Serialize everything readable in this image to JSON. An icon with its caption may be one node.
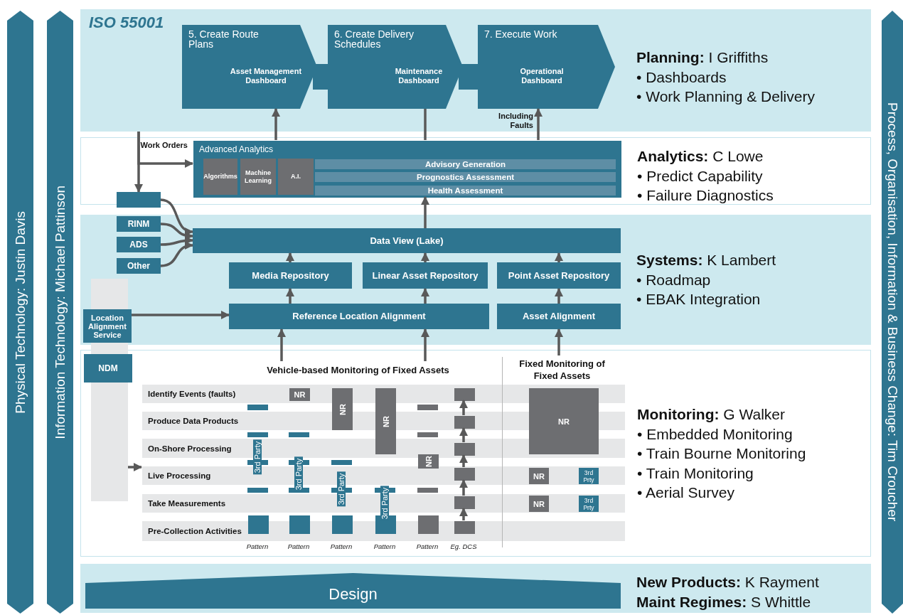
{
  "diagram": {
    "nodes": [
      {
        "text": [
          "Physical Technology: Justin Davis"
        ]
      },
      {
        "text": [
          "Information Technology: Michael Pattinson"
        ]
      },
      {
        "text": [
          "Process, Organisation, Information & Business Change: Tim Croucher"
        ]
      },
      {
        "text": [
          "ISO 55001",
          "**Planning:** I Griffiths",
          "• Dashboards",
          "• Work Planning & Delivery"
        ]
      },
      {
        "text": [
          "5. Create Route Plans",
          "Asset Management Dashboard"
        ],
        "in": 3
      },
      {
        "text": [
          "6. Create Delivery Schedules",
          "Maintenance Dashboard"
        ],
        "in": 3
      },
      {
        "text": [
          "7. Execute Work",
          "Operational Dashboard"
        ],
        "in": 3
      },
      {
        "text": [
          "**Analytics:** C Lowe",
          "• Predict Capability",
          "• Failure Diagnostics"
        ]
      },
      {
        "text": [
          "Advanced Analytics"
        ],
        "in": 7
      },
      {
        "text": [
          "Algorithms"
        ],
        "in": 8
      },
      {
        "text": [
          "Machine Learning"
        ],
        "in": 8
      },
      {
        "text": [
          "A.I."
        ],
        "in": 8
      },
      {
        "text": [
          "Advisory Generation"
        ],
        "in": 8
      },
      {
        "text": [
          "Prognostics Assessment"
        ],
        "in": 8
      },
      {
        "text": [
          "Health Assessment"
        ],
        "in": 8
      },
      {
        "text": [],
        "shape": "box"
      },
      {
        "text": [
          "**Systems:** K Lambert",
          "• Roadmap",
          "• EBAK Integration"
        ]
      },
      {
        "text": [
          "RINM"
        ],
        "in": 16
      },
      {
        "text": [
          "ADS"
        ],
        "in": 16
      },
      {
        "text": [
          "Other"
        ],
        "in": 16
      },
      {
        "text": [
          "Data View (Lake)"
        ],
        "in": 16
      },
      {
        "text": [
          "Media Repository"
        ],
        "in": 16
      },
      {
        "text": [
          "Linear Asset Repository"
        ],
        "in": 16
      },
      {
        "text": [
          "Point Asset Repository"
        ],
        "in": 16
      },
      {
        "text": [
          "Reference Location Alignment"
        ],
        "in": 16
      },
      {
        "text": [
          "Asset Alignment"
        ],
        "in": 16
      },
      {
        "text": [],
        "shape": "box"
      },
      {
        "text": [
          "Location Alignment Service"
        ],
        "in": 16
      },
      {
        "text": [
          "**Monitoring:** G Walker",
          "• Embedded Monitoring",
          "• Train Bourne Monitoring",
          "• Train Monitoring",
          "• Aerial Survey"
        ]
      },
      {
        "text": [
          "NDM"
        ],
        "in": 28
      },
      {
        "text": [
          "Vehicle-based Monitoring of Fixed Assets"
        ],
        "in": 28
      },
      {
        "text": [
          "Fixed Monitoring of Fixed Assets"
        ],
        "in": 28
      },
      {
        "text": [
          "Identify Events (faults)"
        ],
        "in": 28
      },
      {
        "text": [
          "Produce Data Products"
        ],
        "in": 28
      },
      {
        "text": [
          "On-Shore Processing"
        ],
        "in": 28
      },
      {
        "text": [
          "Live Processing"
        ],
        "in": 28
      },
      {
        "text": [
          "Take Measurements"
        ],
        "in": 28
      },
      {
        "text": [
          "Pre-Collection Activities"
        ],
        "in": 28
      },
      {
        "text": [
          "NR"
        ],
        "in": 32
      },
      {
        "text": [
          "NR"
        ],
        "in": 28
      },
      {
        "text": [
          "NR"
        ],
        "in": 28
      },
      {
        "text": [
          "NR"
        ],
        "in": 28
      },
      {
        "text": [],
        "shape": "box",
        "in": 32
      },
      {
        "text": [],
        "shape": "box",
        "in": 33
      },
      {
        "text": [],
        "shape": "box",
        "in": 34
      },
      {
        "text": [],
        "shape": "box",
        "in": 35
      },
      {
        "text": [],
        "shape": "box",
        "in": 36
      },
      {
        "text": [],
        "shape": "box",
        "in": 37
      },
      {
        "text": [
          "NR"
        ],
        "in": 28
      },
      {
        "text": [
          "NR"
        ],
        "in": 35
      },
      {
        "text": [
          "3rd Prty"
        ],
        "in": 35
      },
      {
        "text": [
          "NR"
        ],
        "in": 36
      },
      {
        "text": [
          "3rd Prty"
        ],
        "in": 36
      },
      {
        "text": [
          "**New Products:** K Rayment",
          "**Maint Regimes:** S Whittle"
        ]
      },
      {
        "text": [
          "Design"
        ],
        "in": 53
      },
      {
        "text": [],
        "shape": "box",
        "in": 28
      },
      {
        "text": [],
        "shape": "box",
        "in": 28
      },
      {
        "text": [],
        "shape": "box",
        "in": 28
      },
      {
        "text": [],
        "shape": "box",
        "in": 28
      },
      {
        "text": [],
        "shape": "box",
        "in": 28
      }
    ],
    "edges": [
      {
        "from": 8,
        "to": 4,
        "arrow": "to"
      },
      {
        "from": 5,
        "to": 8,
        "arrow": "none"
      },
      {
        "from": 8,
        "to": 6,
        "arrow": "to",
        "label": "Including Faults"
      },
      {
        "from": 3,
        "to": 15,
        "arrow": "to"
      },
      {
        "from": 3,
        "to": 8,
        "arrow": "to",
        "label": "Work Orders"
      },
      {
        "from": 15,
        "to": 20,
        "arrow": "to"
      },
      {
        "from": 17,
        "to": 20,
        "arrow": "to"
      },
      {
        "from": 18,
        "to": 20,
        "arrow": "to"
      },
      {
        "from": 19,
        "to": 20,
        "arrow": "to"
      },
      {
        "from": 20,
        "to": 8,
        "arrow": "to"
      },
      {
        "from": 21,
        "to": 20,
        "arrow": "to"
      },
      {
        "from": 22,
        "to": 20,
        "arrow": "to"
      },
      {
        "from": 23,
        "to": 20,
        "arrow": "to"
      },
      {
        "from": 24,
        "to": 21,
        "arrow": "to"
      },
      {
        "from": 24,
        "to": 22,
        "arrow": "to"
      },
      {
        "from": 25,
        "to": 23,
        "arrow": "to"
      },
      {
        "from": 27,
        "to": 24,
        "arrow": "to"
      },
      {
        "from": 30,
        "to": 24,
        "arrow": "to"
      },
      {
        "from": 30,
        "to": 24,
        "arrow": "to"
      },
      {
        "from": 31,
        "to": 25,
        "arrow": "to"
      },
      {
        "from": 26,
        "to": 35,
        "arrow": "to"
      },
      {
        "from": 47,
        "to": 46,
        "arrow": "to"
      },
      {
        "from": 46,
        "to": 45,
        "arrow": "to"
      },
      {
        "from": 45,
        "to": 44,
        "arrow": "to"
      },
      {
        "from": 44,
        "to": 43,
        "arrow": "to"
      },
      {
        "from": 43,
        "to": 42,
        "arrow": "to"
      },
      {
        "from": 4,
        "to": 5,
        "arrow": "none",
        "style": "thick",
        "color": "#2e7590"
      },
      {
        "from": 5,
        "to": 6,
        "arrow": "none",
        "style": "thick",
        "color": "#2e7590"
      }
    ],
    "labels": [
      "3rd Party",
      "3rd Party",
      "3rd Party",
      "3rd Party",
      "Pattern",
      "Pattern",
      "Pattern",
      "Pattern",
      "Pattern",
      "Eg. DCS"
    ]
  }
}
